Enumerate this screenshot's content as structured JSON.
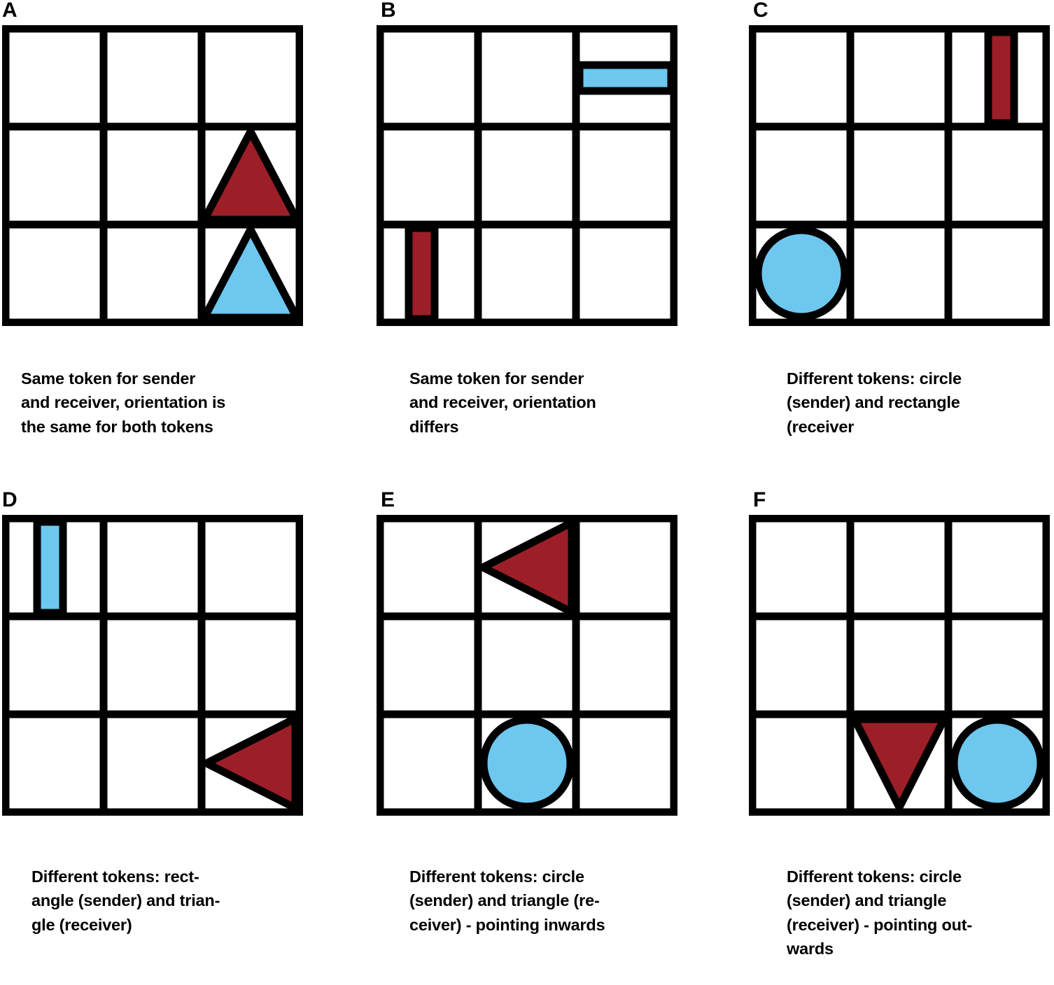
{
  "figure": {
    "background": "#ffffff",
    "colors": {
      "red_token": "#9c1f28",
      "blue_token": "#6dc7ef",
      "grid_stroke": "#000000",
      "text": "#000000"
    },
    "grid": {
      "rows": 3,
      "cols": 3
    }
  },
  "panels": [
    {
      "label": "A",
      "caption": "Same token for sender\nand receiver, orientation is\nthe same for both tokens",
      "tokens": [
        {
          "shape": "triangle",
          "color": "#9c1f28",
          "role": "sender",
          "direction": "up",
          "row": 2,
          "col": 3
        },
        {
          "shape": "triangle",
          "color": "#6dc7ef",
          "role": "receiver",
          "direction": "up",
          "row": 3,
          "col": 3
        }
      ]
    },
    {
      "label": "B",
      "caption": "Same token for sender\nand receiver, orientation\ndiffers",
      "tokens": [
        {
          "shape": "rectangle",
          "color": "#6dc7ef",
          "role": "receiver",
          "direction": "horizontal",
          "row": 1,
          "col": 3
        },
        {
          "shape": "rectangle",
          "color": "#9c1f28",
          "role": "sender",
          "direction": "vertical",
          "row": 3,
          "col": 1
        }
      ]
    },
    {
      "label": "C",
      "caption": "Different tokens: circle\n(sender) and rectangle\n(receiver",
      "tokens": [
        {
          "shape": "rectangle",
          "color": "#9c1f28",
          "role": "receiver",
          "direction": "vertical",
          "row": 1,
          "col": 3
        },
        {
          "shape": "circle",
          "color": "#6dc7ef",
          "role": "sender",
          "direction": "none",
          "row": 3,
          "col": 1
        }
      ]
    },
    {
      "label": "D",
      "caption": "Different tokens: rect-\nangle (sender) and trian-\ngle (receiver)",
      "tokens": [
        {
          "shape": "rectangle",
          "color": "#6dc7ef",
          "role": "sender",
          "direction": "vertical",
          "row": 1,
          "col": 1
        },
        {
          "shape": "triangle",
          "color": "#9c1f28",
          "role": "receiver",
          "direction": "left",
          "row": 3,
          "col": 3
        }
      ]
    },
    {
      "label": "E",
      "caption": "Different tokens: circle\n(sender) and triangle (re-\nceiver) - pointing inwards",
      "tokens": [
        {
          "shape": "triangle",
          "color": "#9c1f28",
          "role": "receiver",
          "direction": "left",
          "row": 1,
          "col": 2
        },
        {
          "shape": "circle",
          "color": "#6dc7ef",
          "role": "sender",
          "direction": "none",
          "row": 3,
          "col": 2
        }
      ]
    },
    {
      "label": "F",
      "caption": "Different tokens: circle\n(sender) and triangle\n(receiver) - pointing out-\nwards",
      "tokens": [
        {
          "shape": "triangle",
          "color": "#9c1f28",
          "role": "receiver",
          "direction": "down",
          "row": 3,
          "col": 2
        },
        {
          "shape": "circle",
          "color": "#6dc7ef",
          "role": "sender",
          "direction": "none",
          "row": 3,
          "col": 3
        }
      ]
    }
  ]
}
